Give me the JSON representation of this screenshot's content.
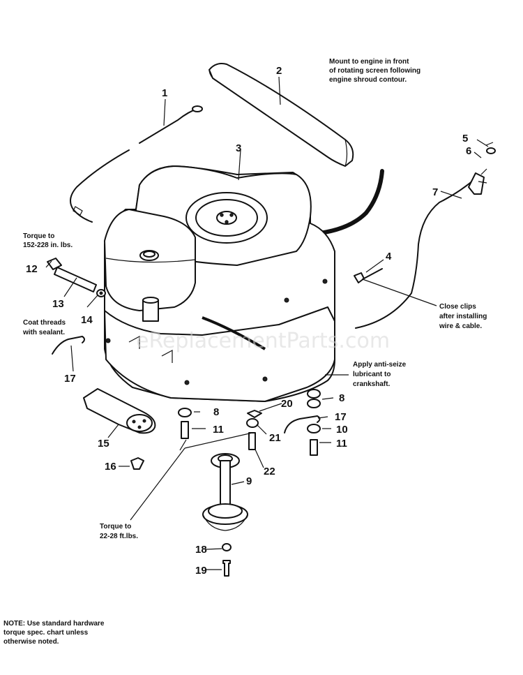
{
  "callouts": [
    {
      "id": "c1",
      "label": "1"
    },
    {
      "id": "c2",
      "label": "2"
    },
    {
      "id": "c3",
      "label": "3"
    },
    {
      "id": "c4",
      "label": "4"
    },
    {
      "id": "c5",
      "label": "5"
    },
    {
      "id": "c6",
      "label": "6"
    },
    {
      "id": "c7",
      "label": "7"
    },
    {
      "id": "c8a",
      "label": "8"
    },
    {
      "id": "c8b",
      "label": "8"
    },
    {
      "id": "c9",
      "label": "9"
    },
    {
      "id": "c10",
      "label": "10"
    },
    {
      "id": "c11a",
      "label": "11"
    },
    {
      "id": "c11b",
      "label": "11"
    },
    {
      "id": "c12",
      "label": "12"
    },
    {
      "id": "c13",
      "label": "13"
    },
    {
      "id": "c14",
      "label": "14"
    },
    {
      "id": "c15",
      "label": "15"
    },
    {
      "id": "c16",
      "label": "16"
    },
    {
      "id": "c17a",
      "label": "17"
    },
    {
      "id": "c17b",
      "label": "17"
    },
    {
      "id": "c18",
      "label": "18"
    },
    {
      "id": "c19",
      "label": "19"
    },
    {
      "id": "c20",
      "label": "20"
    },
    {
      "id": "c21",
      "label": "21"
    },
    {
      "id": "c22",
      "label": "22"
    }
  ],
  "annotations": {
    "mount": [
      "Mount to engine in front",
      "of rotating screen following",
      "engine shroud contour."
    ],
    "torque_top": [
      "Torque to",
      "152-228 in. lbs."
    ],
    "coat": [
      "Coat threads",
      "with sealant."
    ],
    "close_clips": [
      "Close clips",
      "after installing",
      "wire & cable."
    ],
    "anti_seize": [
      "Apply anti-seize",
      "lubricant to",
      "crankshaft."
    ],
    "torque_bottom": [
      "Torque to",
      "22-28 ft.lbs."
    ],
    "note": [
      "NOTE: Use standard hardware",
      "torque spec. chart unless",
      "otherwise noted."
    ]
  },
  "watermark": "eReplacementParts.com",
  "colors": {
    "ink": "#111111",
    "paper": "#ffffff",
    "watermark": "#d6d6d6"
  }
}
